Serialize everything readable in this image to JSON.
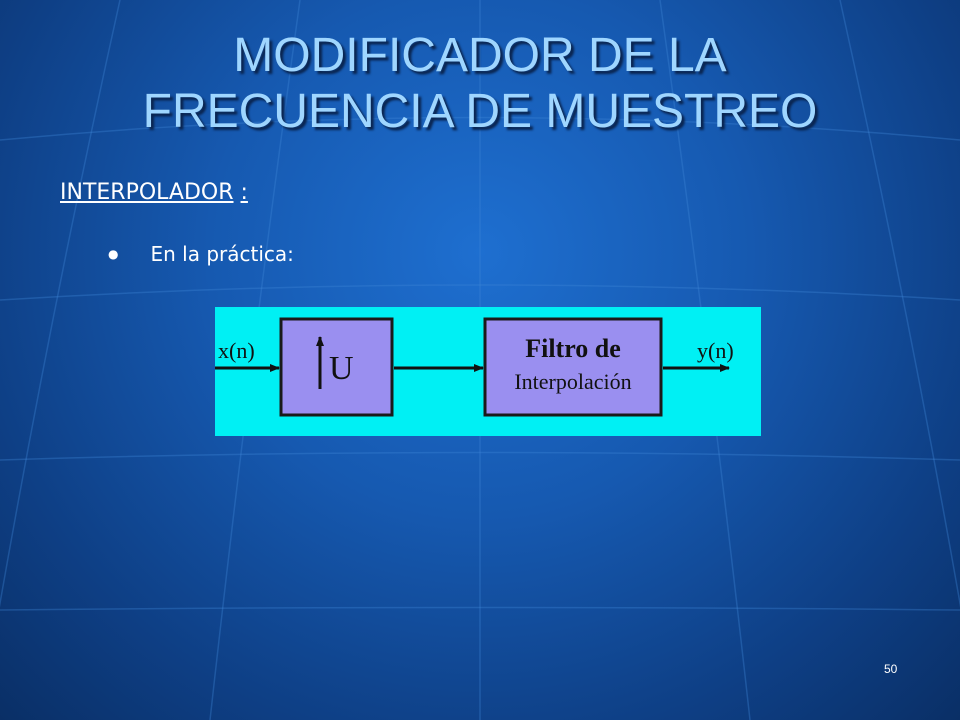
{
  "slide": {
    "title_line1": "MODIFICADOR DE LA",
    "title_line2": "FRECUENCIA DE MUESTREO",
    "subtitle_word": "INTERPOLADOR",
    "subtitle_colon": ":",
    "bullet_text": "En la práctica:",
    "page_number": "50"
  },
  "diagram": {
    "input_label": "x(n)",
    "upsampler_label": "U",
    "filter_line1": "Filtro de",
    "filter_line2": "Interpolación",
    "output_label": "y(n)",
    "colors": {
      "background": "#00f0f4",
      "block_fill": "#9a8ff0",
      "block_border": "#1a1a1a",
      "arrow": "#111111"
    }
  }
}
